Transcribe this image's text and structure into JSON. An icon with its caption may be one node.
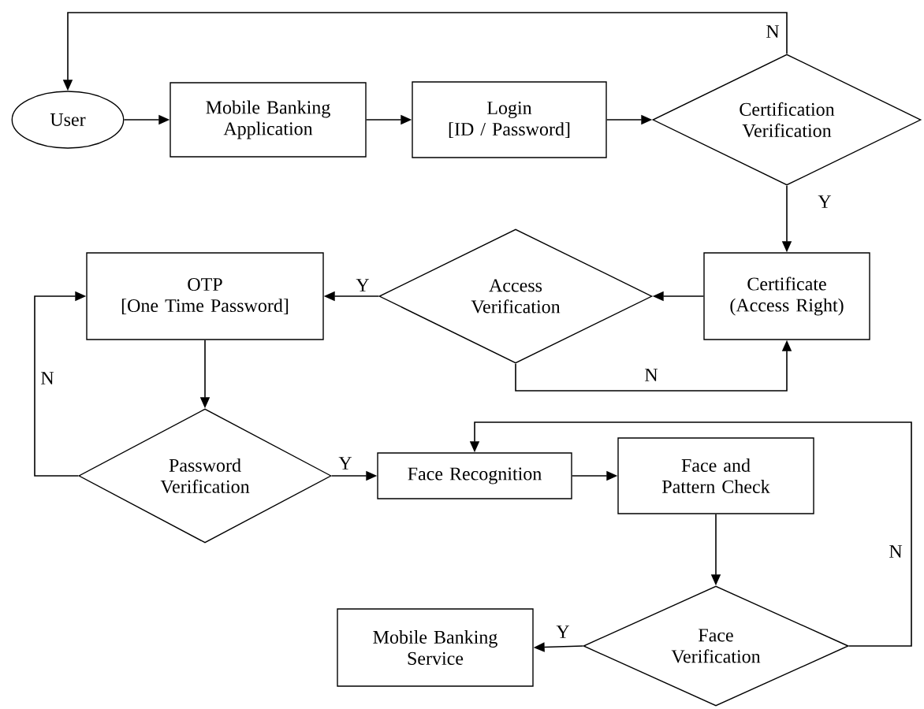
{
  "diagram": {
    "nodes": [
      {
        "text": [
          "User"
        ]
      },
      {
        "text": [
          "Mobile Banking Application"
        ]
      },
      {
        "text": [
          "Login",
          "[ID / Password]"
        ]
      },
      {
        "text": [
          "Certification Verification"
        ]
      },
      {
        "text": [
          "Certificate (Access Right)"
        ]
      },
      {
        "text": [
          "Access Verification"
        ]
      },
      {
        "text": [
          "OTP",
          "[One Time Password]"
        ]
      },
      {
        "text": [
          "Password Verification"
        ]
      },
      {
        "text": [
          "Face Recognition"
        ]
      },
      {
        "text": [
          "Face and Pattern Check"
        ]
      },
      {
        "text": [
          "Face Verification"
        ]
      },
      {
        "text": [
          "Mobile Banking Service"
        ]
      }
    ],
    "edges": [
      {
        "from": 0,
        "to": 1,
        "arrow": "to"
      },
      {
        "from": 1,
        "to": 2,
        "arrow": "to"
      },
      {
        "from": 2,
        "to": 3,
        "arrow": "to"
      },
      {
        "from": 3,
        "to": 0,
        "arrow": "to",
        "label": "N"
      },
      {
        "from": 3,
        "to": 4,
        "arrow": "to",
        "label": "Y"
      },
      {
        "from": 4,
        "to": 5,
        "arrow": "to"
      },
      {
        "from": 5,
        "to": 6,
        "arrow": "to",
        "label": "Y"
      },
      {
        "from": 5,
        "to": 4,
        "arrow": "to",
        "label": "N"
      },
      {
        "from": 6,
        "to": 7,
        "arrow": "to"
      },
      {
        "from": 7,
        "to": 6,
        "arrow": "to",
        "label": "N"
      },
      {
        "from": 7,
        "to": 8,
        "arrow": "to",
        "label": "Y"
      },
      {
        "from": 8,
        "to": 9,
        "arrow": "to"
      },
      {
        "from": 9,
        "to": 10,
        "arrow": "to"
      },
      {
        "from": 10,
        "to": 11,
        "arrow": "to",
        "label": "Y"
      },
      {
        "from": 10,
        "to": 8,
        "arrow": "to",
        "label": "N"
      }
    ]
  }
}
